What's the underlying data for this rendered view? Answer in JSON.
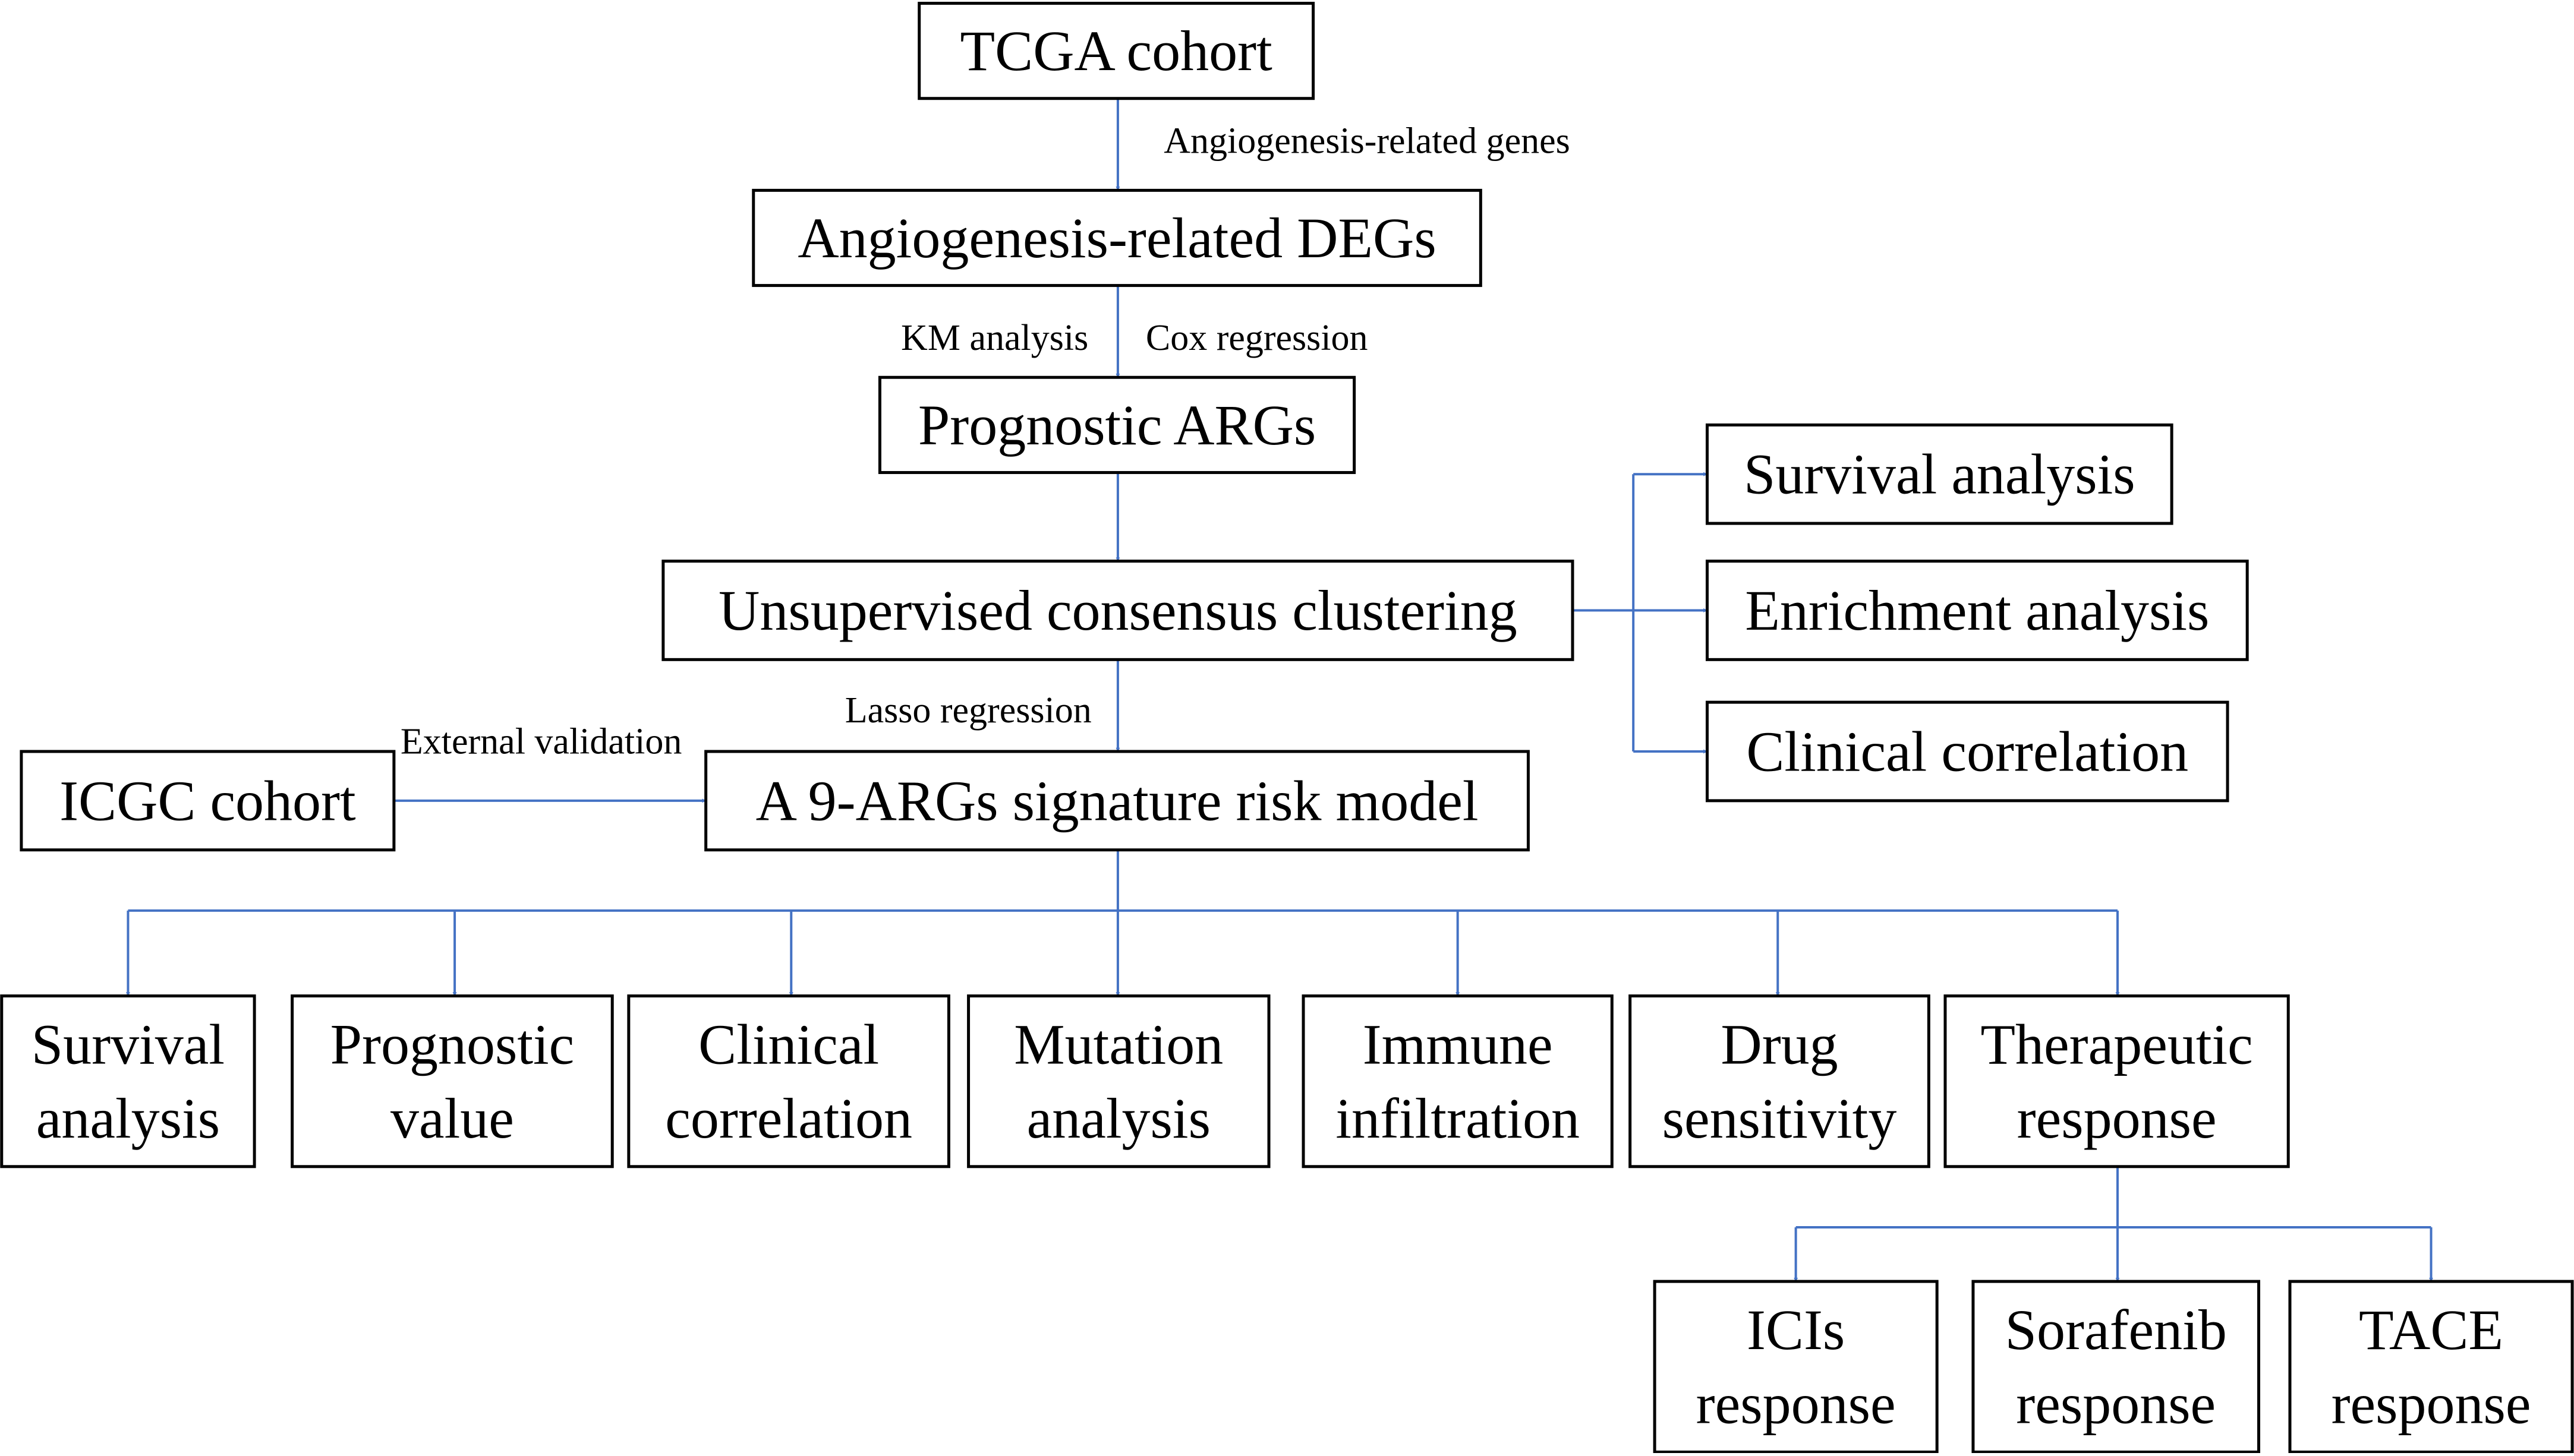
{
  "colors": {
    "line": "#4472C4",
    "box_border": "#000000",
    "text": "#000000",
    "background": "#ffffff"
  },
  "nodes": {
    "tcga": [
      "TCGA cohort"
    ],
    "degs": [
      "Angiogenesis-related DEGs"
    ],
    "prog_args": [
      "Prognostic ARGs"
    ],
    "clustering": [
      "Unsupervised consensus clustering"
    ],
    "right_survival": [
      "Survival analysis"
    ],
    "right_enrichment": [
      "Enrichment analysis"
    ],
    "right_clinical": [
      "Clinical correlation"
    ],
    "icgc": [
      "ICGC cohort"
    ],
    "model": [
      "A 9-ARGs signature risk model"
    ],
    "b_survival": [
      "Survival",
      "analysis"
    ],
    "b_prognostic": [
      "Prognostic",
      "value"
    ],
    "b_clinical": [
      "Clinical",
      "correlation"
    ],
    "b_mutation": [
      "Mutation",
      "analysis"
    ],
    "b_immune": [
      "Immune",
      "infiltration"
    ],
    "b_drug": [
      "Drug",
      "sensitivity"
    ],
    "b_therapeutic": [
      "Therapeutic",
      "response"
    ],
    "t_icis": [
      "ICIs",
      "response"
    ],
    "t_sorafenib": [
      "Sorafenib",
      "response"
    ],
    "t_tace": [
      "TACE",
      "response"
    ]
  },
  "edge_labels": {
    "angio_genes": "Angiogenesis-related genes",
    "km": "KM analysis",
    "cox": "Cox regression",
    "lasso": "Lasso regression",
    "external": "External validation"
  }
}
